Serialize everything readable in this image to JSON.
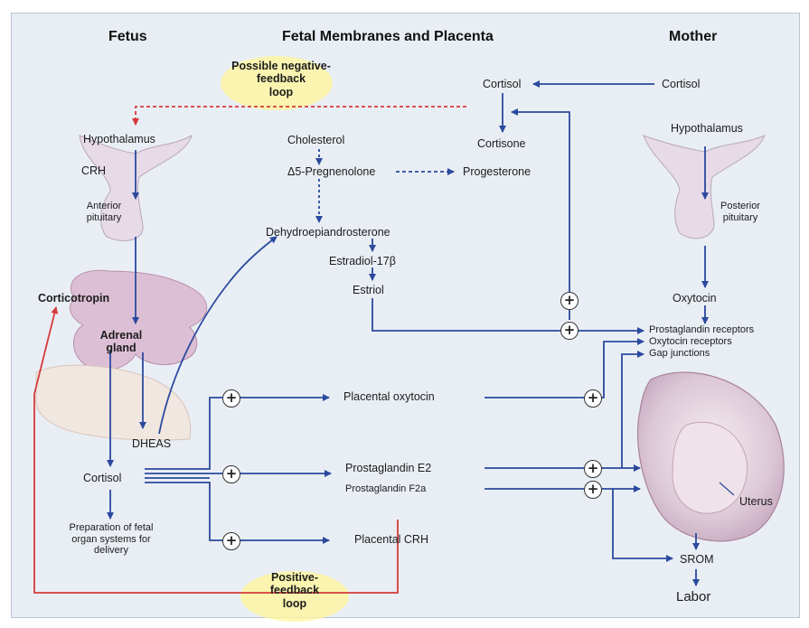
{
  "headers": {
    "fetus": "Fetus",
    "membranes": "Fetal Membranes and Placenta",
    "mother": "Mother"
  },
  "labels": {
    "negative_feedback": "Possible negative-\nfeedback\nloop",
    "positive_feedback": "Positive-\nfeedback\nloop",
    "fetal_hypothalamus": "Hypothalamus",
    "crh": "CRH",
    "anterior_pituitary": "Anterior\npituitary",
    "corticotropin": "Corticotropin",
    "adrenal_gland": "Adrenal\ngland",
    "dheas": "DHEAS",
    "fetal_cortisol": "Cortisol",
    "preparation": "Preparation of fetal\norgan systems for\ndelivery",
    "placental_cortisol": "Cortisol",
    "cortisone": "Cortisone",
    "cholesterol": "Cholesterol",
    "pregnenolone": "Δ5-Pregnenolone",
    "progesterone": "Progesterone",
    "dhea": "Dehydroepiandrosterone",
    "estradiol": "Estradiol-17β",
    "estriol": "Estriol",
    "placental_oxytocin": "Placental oxytocin",
    "prostaglandin_e2": "Prostaglandin E2",
    "prostaglandin_f2a": "Prostaglandin F2a",
    "placental_crh": "Placental CRH",
    "maternal_cortisol": "Cortisol",
    "maternal_hypothalamus": "Hypothalamus",
    "posterior_pituitary": "Posterior\npituitary",
    "oxytocin": "Oxytocin",
    "prostaglandin_receptors": "Prostaglandin receptors",
    "oxytocin_receptors": "Oxytocin receptors",
    "gap_junctions": "Gap junctions",
    "uterus": "Uterus",
    "srom": "SROM",
    "labor": "Labor"
  },
  "plus_symbol": "+",
  "colors": {
    "arrow": "#2b4a9e",
    "negative_feedback": "#d63a3a",
    "positive_feedback": "#d63a3a",
    "organ_fill": "#e9dde6",
    "adrenal_fill": "#dfc3d8"
  }
}
